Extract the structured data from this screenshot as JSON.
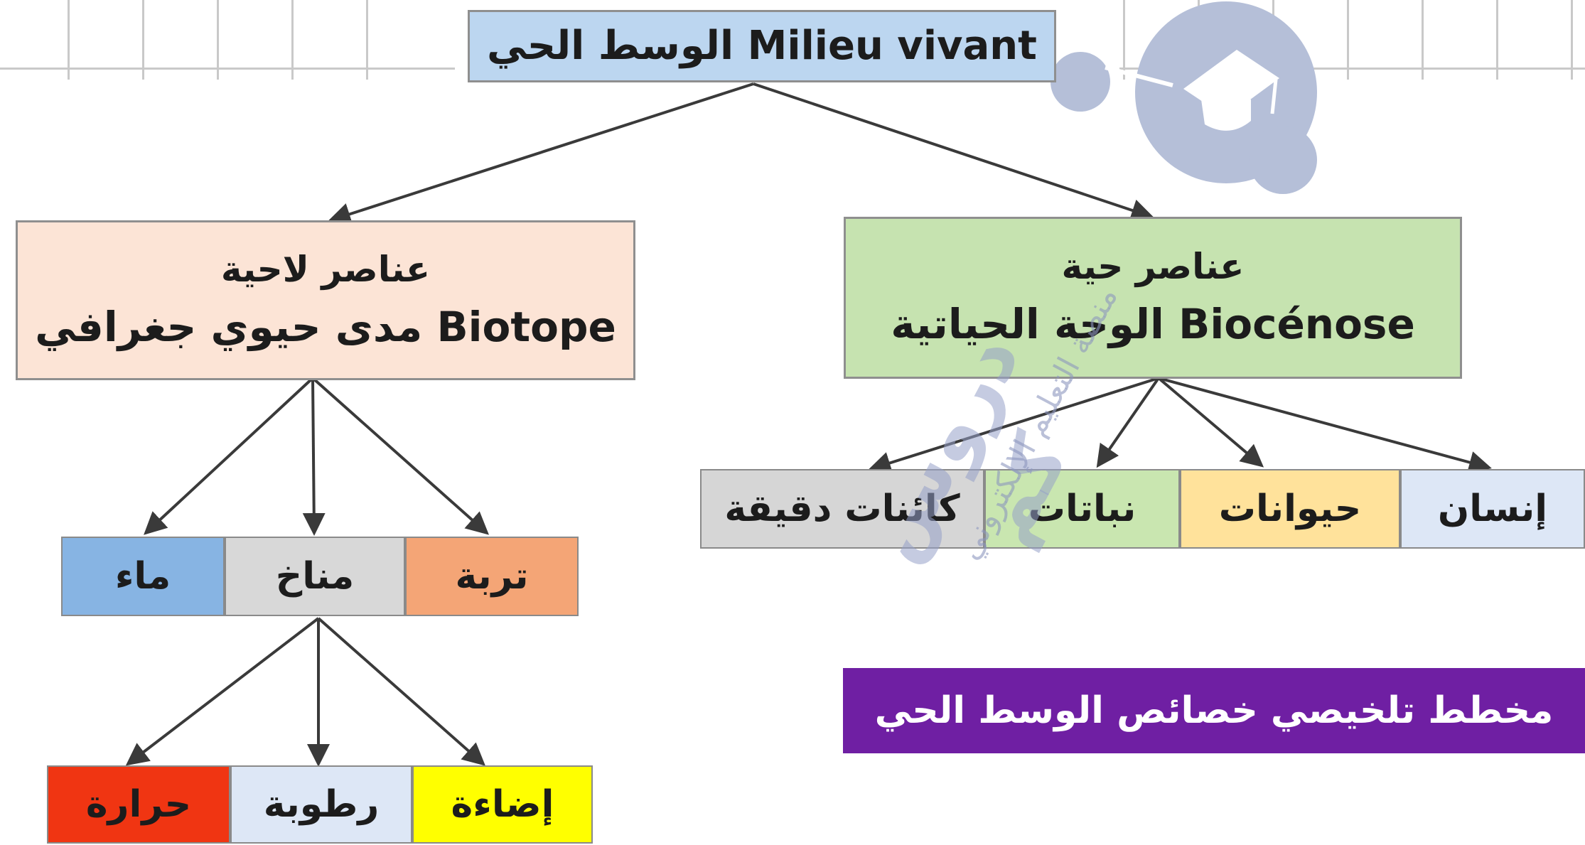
{
  "root": {
    "label": "الوسط الحي Milieu vivant"
  },
  "biotope": {
    "line1": "عناصر لاحية",
    "line2": "مدى حيوي جغرافي Biotope"
  },
  "biocenose": {
    "line1": "عناصر حية",
    "line2": "الوحة الحياتية Biocénose"
  },
  "biotope_children": [
    {
      "label": "ماء",
      "color": "#87b4e3"
    },
    {
      "label": "مناخ",
      "color": "#d8d8d8"
    },
    {
      "label": "تربة",
      "color": "#f4a576"
    }
  ],
  "climate_children": [
    {
      "label": "حرارة",
      "color": "#f03512"
    },
    {
      "label": "رطوبة",
      "color": "#dde7f6"
    },
    {
      "label": "إضاءة",
      "color": "#ffff00"
    }
  ],
  "biocenose_children": [
    {
      "label": "كائنات دقيقة",
      "color": "#d6d6d6"
    },
    {
      "label": "نباتات",
      "color": "#c9e6b0"
    },
    {
      "label": "حيوانات",
      "color": "#ffe29b"
    },
    {
      "label": "إنسان",
      "color": "#dde7f6"
    }
  ],
  "summary": {
    "label": "مخطط تلخيصي خصائص الوسط الحي",
    "color": "#6f1fa3"
  },
  "watermark": {
    "text1": "دروس كم",
    "text2": "منصة التعليم الإلكتروني",
    "icon": "graduation-cap-icon"
  },
  "colors": {
    "root_bg": "#bcd6f0",
    "biotope_bg": "#fce4d6",
    "biocenose_bg": "#c6e3b0",
    "arrow": "#3a3a3a"
  }
}
